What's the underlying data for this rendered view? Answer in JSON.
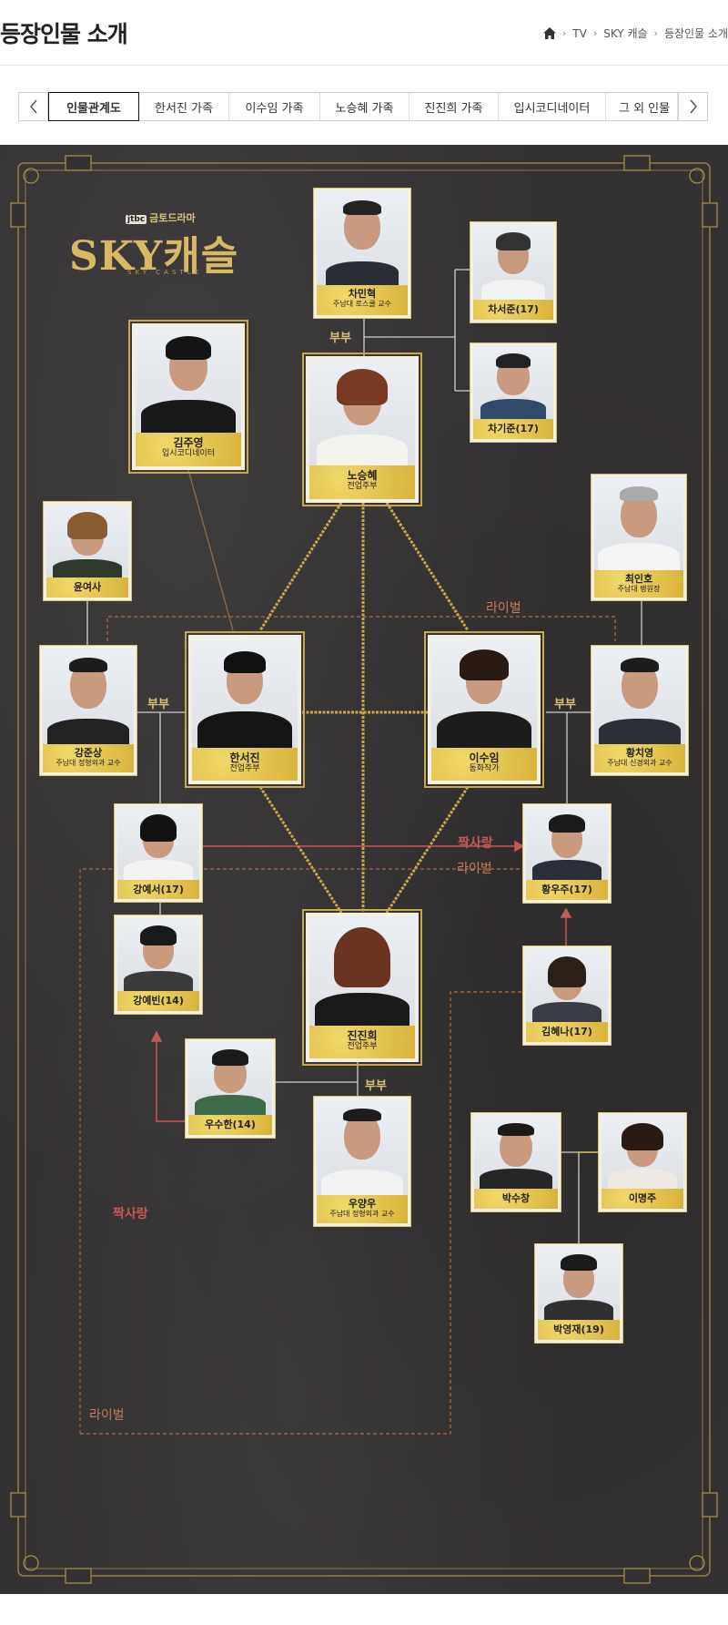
{
  "header": {
    "title": "등장인물 소개",
    "breadcrumb": [
      "TV",
      "SKY 캐슬",
      "등장인물 소개"
    ]
  },
  "tabs": [
    {
      "label": "인물관계도",
      "active": true
    },
    {
      "label": "한서진 가족"
    },
    {
      "label": "이수임 가족"
    },
    {
      "label": "노승혜 가족"
    },
    {
      "label": "진진희 가족"
    },
    {
      "label": "입시코디네이터"
    },
    {
      "label": "그 외 인물"
    }
  ],
  "logo": {
    "broadcaster": "jtbc",
    "slot": "금토드라마",
    "title": "SKY캐슬",
    "subtitle": "SKY CASTLE"
  },
  "people": {
    "chaminhyuk": {
      "name": "차민혁",
      "role": "주남대 로스쿨 교수"
    },
    "chaseojun": {
      "name": "차서준(17)",
      "role": ""
    },
    "chagijun": {
      "name": "차기준(17)",
      "role": ""
    },
    "kimjuyoung": {
      "name": "김주영",
      "role": "입시코디네이터"
    },
    "noseunghye": {
      "name": "노승혜",
      "role": "전업주부"
    },
    "yunyeosa": {
      "name": "윤여사",
      "role": ""
    },
    "choeinho": {
      "name": "최인호",
      "role": "주남대 병원장"
    },
    "kangjunsang": {
      "name": "강준상",
      "role": "주남대 정형외과 교수"
    },
    "hanseojin": {
      "name": "한서진",
      "role": "전업주부"
    },
    "leesuim": {
      "name": "이수임",
      "role": "동화작가"
    },
    "hwangchiyoung": {
      "name": "황치영",
      "role": "주남대 신경외과 교수"
    },
    "kangyeseo": {
      "name": "강예서(17)",
      "role": ""
    },
    "hwangwooju": {
      "name": "황우주(17)",
      "role": ""
    },
    "kangyebin": {
      "name": "강예빈(14)",
      "role": ""
    },
    "jinjinhee": {
      "name": "진진희",
      "role": "전업주부"
    },
    "kimhyena": {
      "name": "김혜나(17)",
      "role": ""
    },
    "woosuhan": {
      "name": "우수한(14)",
      "role": ""
    },
    "wooyangwoo": {
      "name": "우양우",
      "role": "주남대 정형외과 교수"
    },
    "parksuchang": {
      "name": "박수창",
      "role": ""
    },
    "leemyungju": {
      "name": "이명주",
      "role": ""
    },
    "parkyoungjae": {
      "name": "박영재(19)",
      "role": ""
    }
  },
  "relations": {
    "spouse": "부부",
    "rival": "라이벌",
    "crush": "짝사랑"
  },
  "colors": {
    "background": "#343132",
    "gold": "#d7b865",
    "label": "#e4c24c",
    "rival_line": "#b8683e",
    "crush_line": "#c45a55"
  }
}
